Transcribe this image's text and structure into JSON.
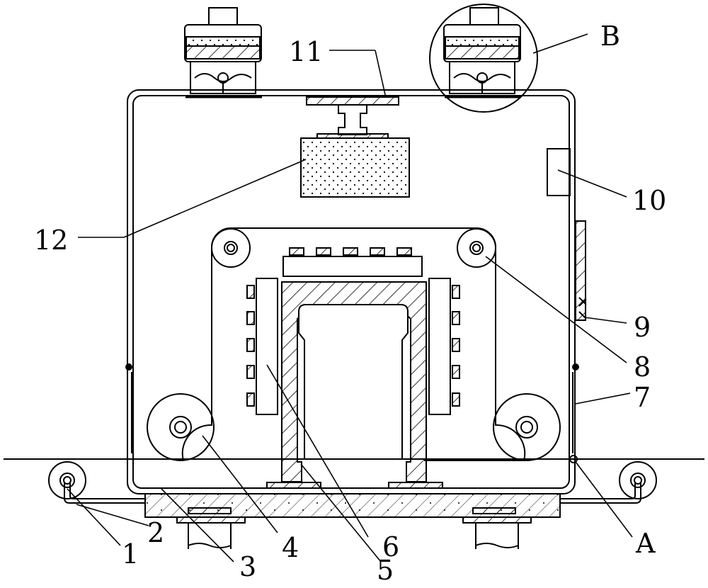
{
  "labels": {
    "l1": "1",
    "l2": "2",
    "l3": "3",
    "l4": "4",
    "l5": "5",
    "l6": "6",
    "l7": "7",
    "l8": "8",
    "l9": "9",
    "l10": "10",
    "l11": "11",
    "l12": "12",
    "lA": "A",
    "lB": "B"
  },
  "colors": {
    "stroke": "#000000",
    "background": "#ffffff"
  }
}
